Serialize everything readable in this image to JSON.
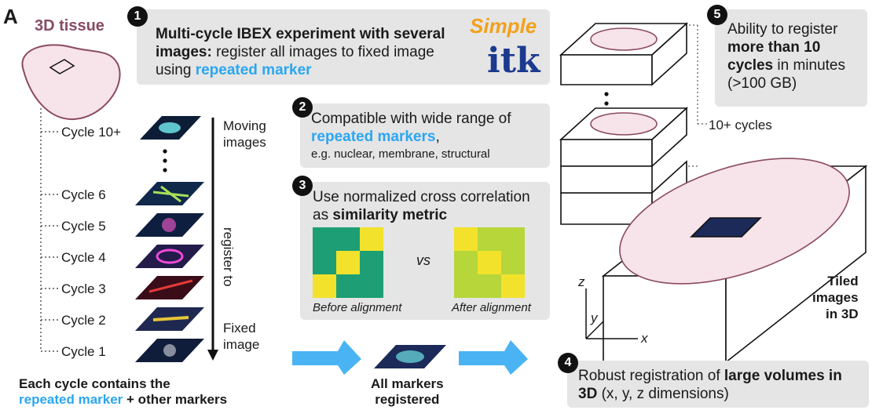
{
  "panel": {
    "letter": "A",
    "tissue_label": "3D tissue"
  },
  "cycles": {
    "labels": [
      "Cycle 10+",
      "Cycle 6",
      "Cycle 5",
      "Cycle 4",
      "Cycle 3",
      "Cycle 2",
      "Cycle 1"
    ],
    "moving": "Moving\nimages",
    "register_to": "register to",
    "fixed": "Fixed\nimage",
    "caption_line1": "Each cycle contains the",
    "caption_blue": "repeated marker",
    "caption_rest": " + other markers"
  },
  "box1": {
    "num": "1",
    "bold": "Multi-cycle IBEX experiment with several images:",
    "text": " register all images to fixed image using ",
    "blue": "repeated marker",
    "logo_simple": "Simple",
    "logo_itk": "itk"
  },
  "box2": {
    "num": "2",
    "text": "Compatible with wide range of ",
    "blue": "repeated markers",
    "tail": ",",
    "example": "e.g. nuclear, membrane, structural"
  },
  "box3": {
    "num": "3",
    "text": "Use normalized cross correlation as ",
    "bold": "similarity metric",
    "vs": "vs",
    "before": "Before alignment",
    "after": "After alignment"
  },
  "box4": {
    "num": "4",
    "text1": "Robust registration of ",
    "bold1": "large volumes in 3D",
    "text2": " (x, y, z dimensions)"
  },
  "box5": {
    "num": "5",
    "text1": "Ability to register ",
    "bold1": "more than 10 cycles",
    "text2": " in minutes (>100 GB)"
  },
  "stack_label": "10+ cycles",
  "registered": "All markers\nregistered",
  "tiled": "Tiled\nimages\nin 3D",
  "axes": {
    "x": "x",
    "y": "y",
    "z": "z"
  },
  "colors": {
    "box": "#e5e5e5",
    "blue": "#2aa6f2",
    "tissue": "#f7e3ea",
    "tissue_edge": "#8a4a62"
  }
}
